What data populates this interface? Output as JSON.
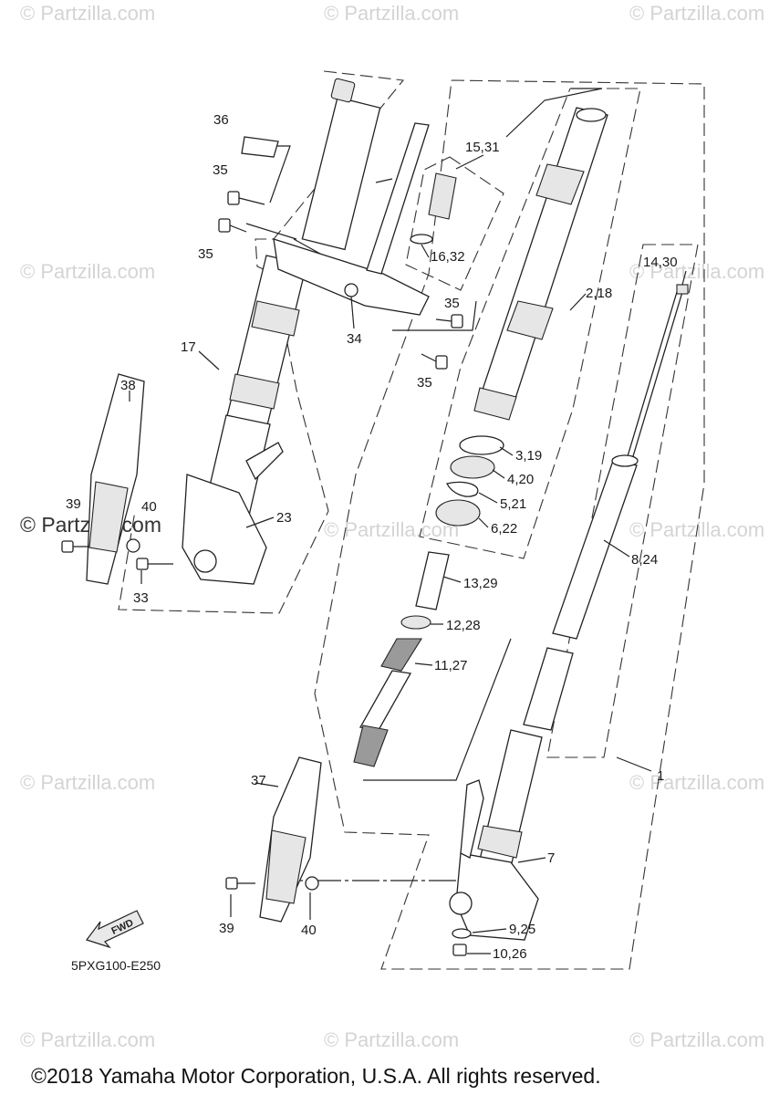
{
  "watermark": {
    "text": "© Partzilla.com"
  },
  "callouts": {
    "c1": "1",
    "c2_18": "2,18",
    "c3_19": "3,19",
    "c4_20": "4,20",
    "c5_21": "5,21",
    "c6_22": "6,22",
    "c7": "7",
    "c8_24": "8,24",
    "c9_25": "9,25",
    "c10_26": "10,26",
    "c11_27": "11,27",
    "c12_28": "12,28",
    "c13_29": "13,29",
    "c14_30": "14,30",
    "c15_31": "15,31",
    "c16_32": "16,32",
    "c17": "17",
    "c23": "23",
    "c33": "33",
    "c34": "34",
    "c35a": "35",
    "c35b": "35",
    "c35c": "35",
    "c35d": "35",
    "c36": "36",
    "c37": "37",
    "c38": "38",
    "c39a": "39",
    "c39b": "39",
    "c40a": "40",
    "c40b": "40"
  },
  "fwd_label": "FWD",
  "diagram_code": "5PXG100-E250",
  "copyright": "©2018 Yamaha Motor Corporation, U.S.A. All rights reserved."
}
